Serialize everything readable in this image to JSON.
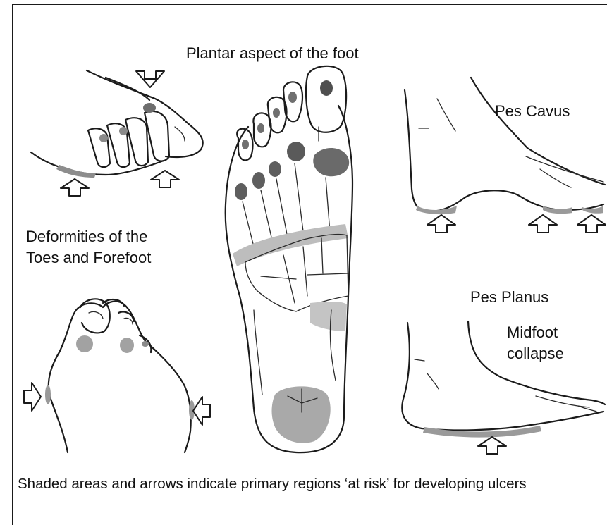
{
  "labels": {
    "plantar_title": "Plantar aspect of the foot",
    "pes_cavus": "Pes Cavus",
    "deformities_line1": "Deformities of the",
    "deformities_line2": "Toes and Forefoot",
    "pes_planus": "Pes Planus",
    "midfoot_line1": "Midfoot",
    "midfoot_line2": "collapse",
    "caption": "Shaded areas and arrows indicate primary regions ‘at risk’ for developing ulcers"
  },
  "colors": {
    "ink": "#1b1b1b",
    "shade_dark": "#7a7a7a",
    "shade_mid": "#9c9c9c",
    "shade_light": "#c9c9c9"
  }
}
